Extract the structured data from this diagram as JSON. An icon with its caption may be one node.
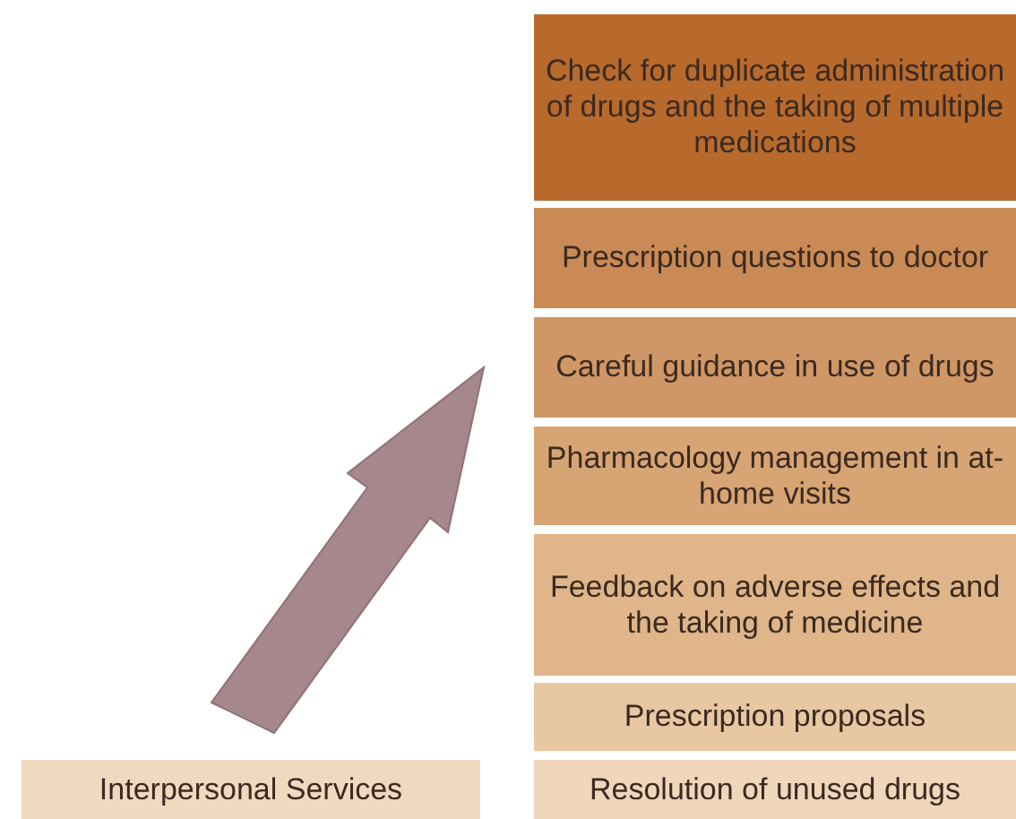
{
  "diagram": {
    "nodes": [
      {
        "text": [
          "Check for duplicate administration of drugs and the taking of multiple medications"
        ]
      },
      {
        "text": [
          "Prescription questions to doctor"
        ]
      },
      {
        "text": [
          "Careful guidance in use of drugs"
        ]
      },
      {
        "text": [
          "Pharmacology management in at-home visits"
        ]
      },
      {
        "text": [
          "Feedback on adverse effects and the taking of medicine"
        ]
      },
      {
        "text": [
          "Prescription proposals"
        ]
      },
      {
        "text": [
          "Interpersonal Services"
        ]
      },
      {
        "text": [
          "Resolution of unused drugs"
        ]
      }
    ]
  }
}
